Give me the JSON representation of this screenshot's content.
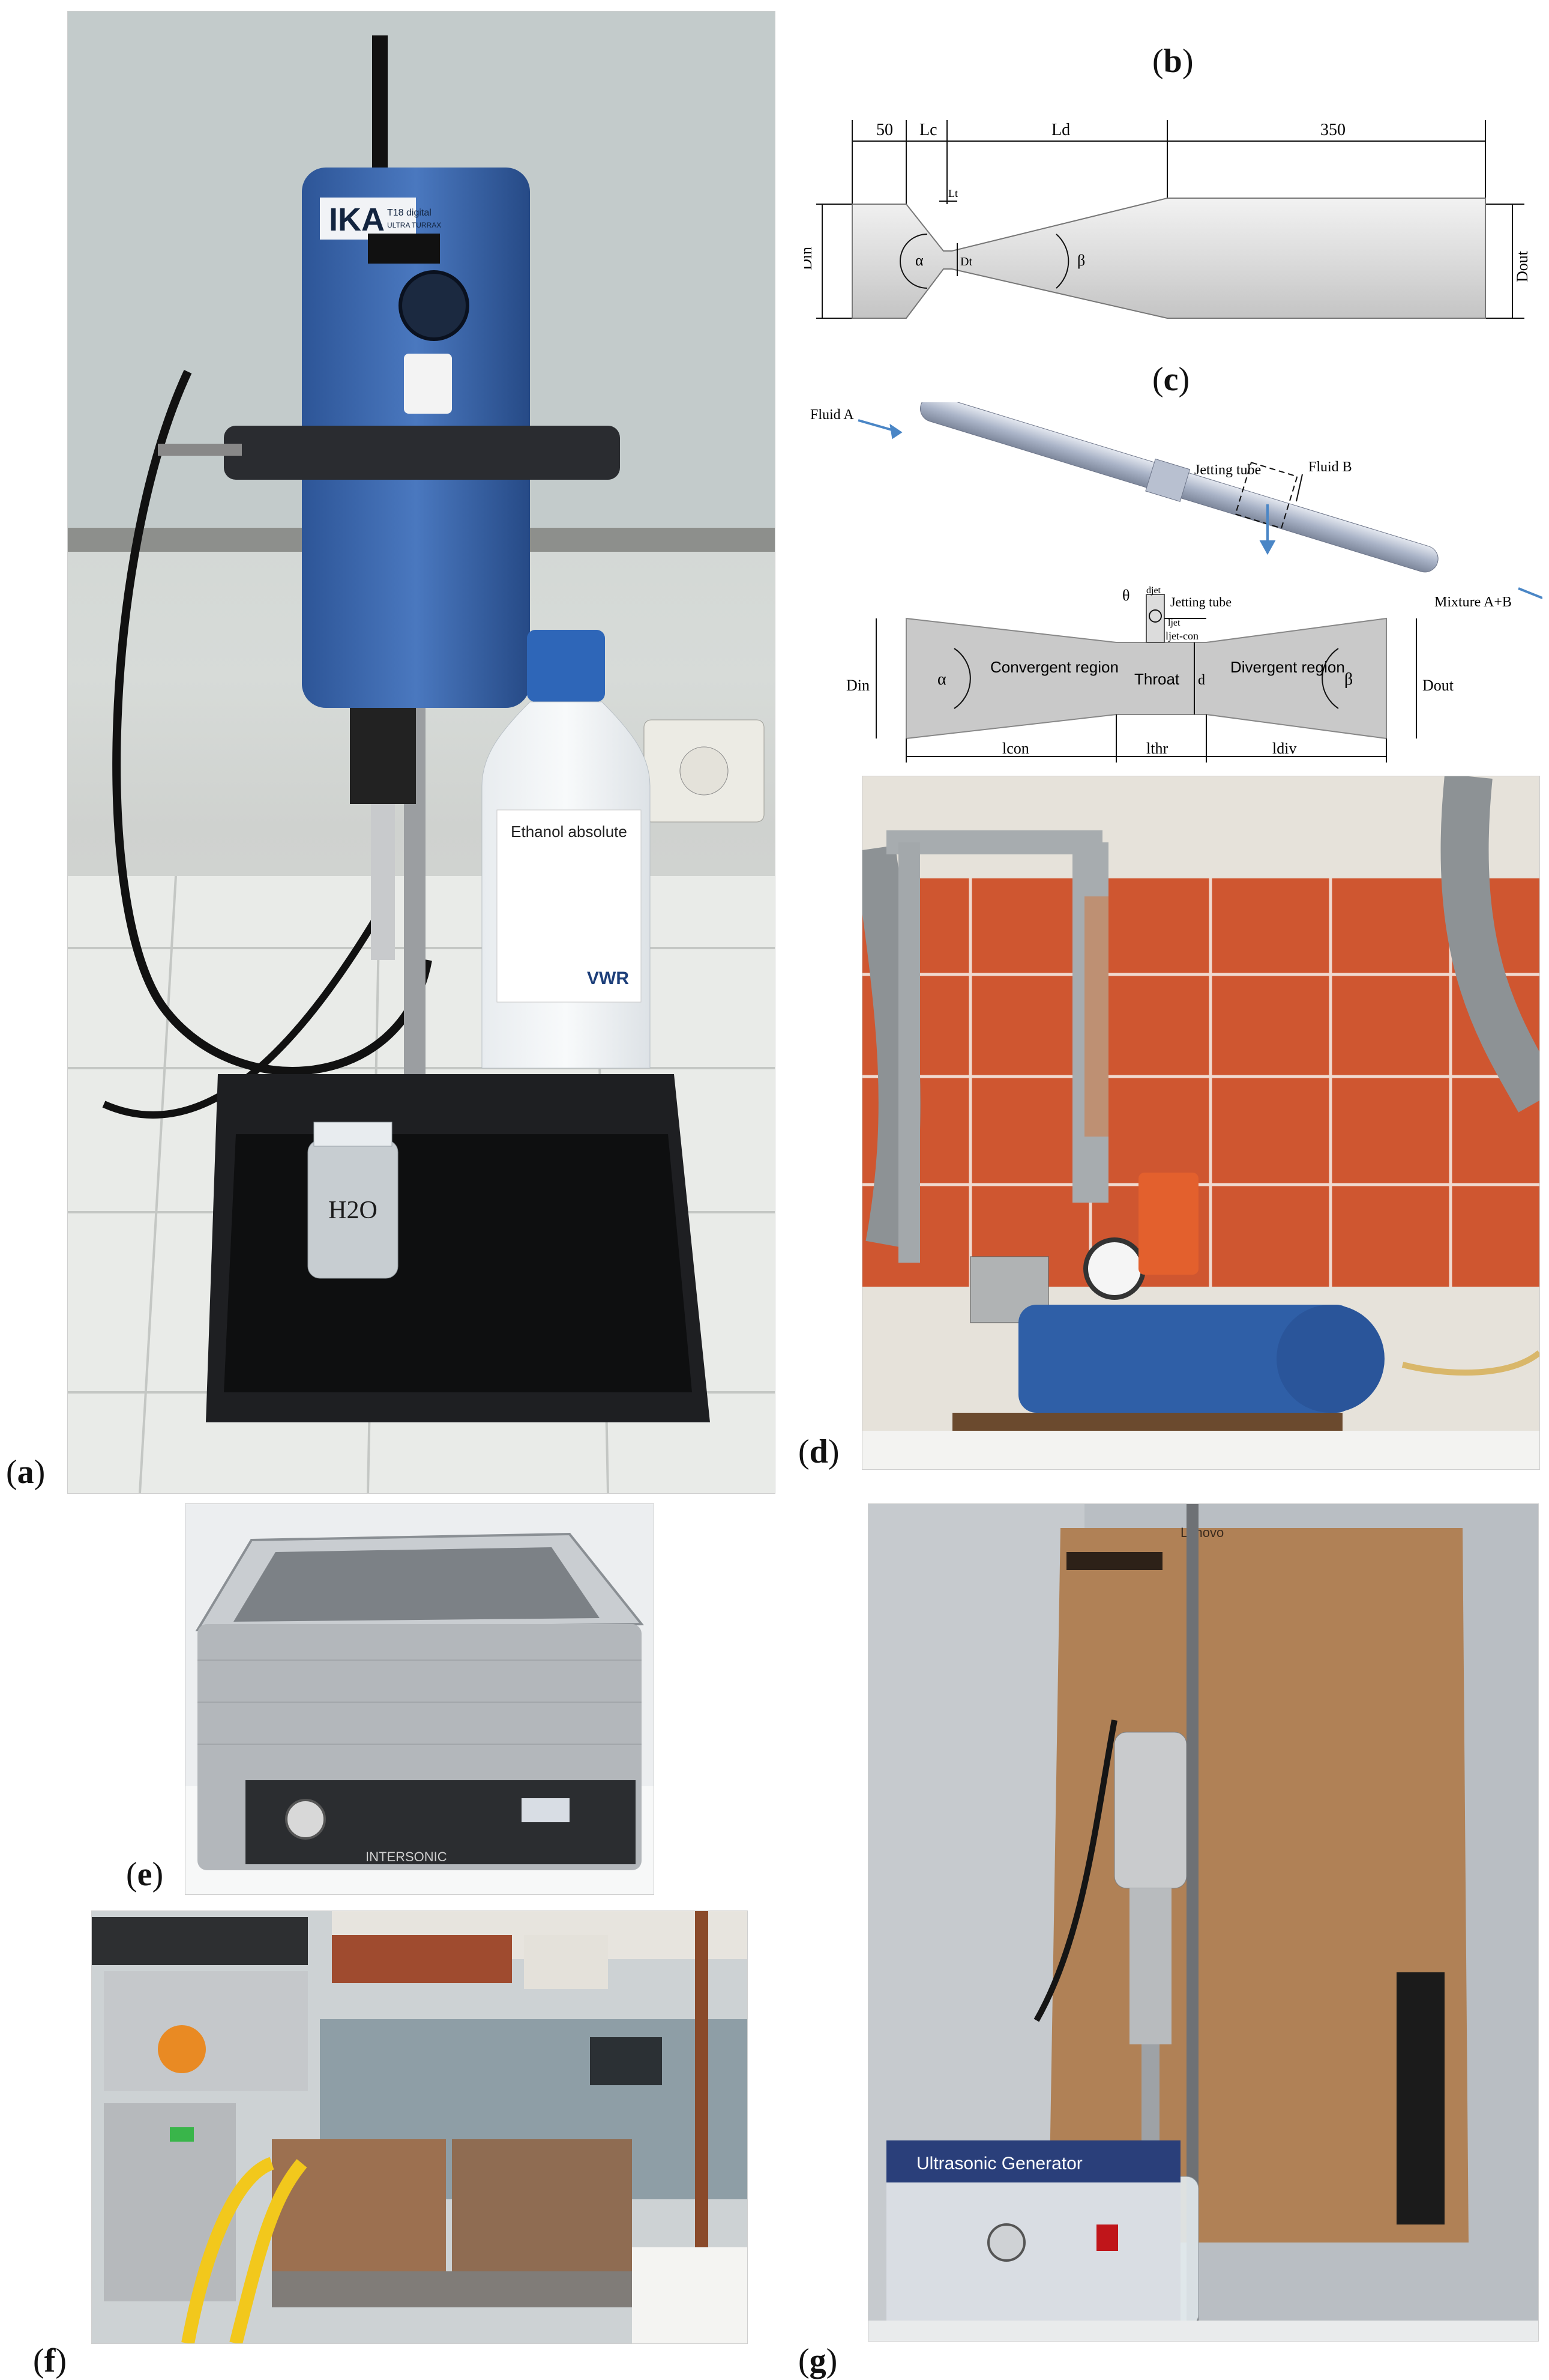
{
  "panels": {
    "a": {
      "label": "(a)",
      "letter": "a"
    },
    "b": {
      "label": "(b)",
      "letter": "b"
    },
    "c": {
      "label": "(c)",
      "letter": "c"
    },
    "d": {
      "label": "(d)",
      "letter": "d"
    },
    "e": {
      "label": "(e)",
      "letter": "e"
    },
    "f": {
      "label": "(f)",
      "letter": "f"
    },
    "g": {
      "label": "(g)",
      "letter": "g"
    }
  },
  "diagram_b": {
    "dim_50": "50",
    "dim_lc": "Lc",
    "dim_ld": "Ld",
    "dim_350": "350",
    "dim_lt": "Lt",
    "label_din": "Din",
    "label_dout": "Dout",
    "label_dt": "Dt",
    "label_alpha": "α",
    "label_beta": "β"
  },
  "diagram_c": {
    "fluid_a": "Fluid A",
    "fluid_b": "Fluid B",
    "jetting_tube_top": "Jetting tube",
    "mixture": "Mixture A+B",
    "jetting_tube": "Jetting tube",
    "convergent": "Convergent region",
    "throat": "Throat",
    "divergent": "Divergent region",
    "din": "Din",
    "dout": "Dout",
    "alpha": "α",
    "beta": "β",
    "theta": "θ",
    "d": "d",
    "djet": "djet",
    "ljet": "ljet",
    "ljet_con": "ljet-con",
    "lcon": "lcon",
    "lthr": "lthr",
    "ldiv": "ldiv"
  },
  "photo_a": {
    "brand": "IKA",
    "model": "T18 digital",
    "sub": "ULTRA TURRAX",
    "bottle_label": "Ethanol absolute",
    "bottle_brand": "VWR",
    "beaker_label": "H2O"
  },
  "photo_e": {
    "brand": "INTERSONIC"
  },
  "photo_g": {
    "device": "Ultrasonic Generator",
    "box_label": "Lenovo"
  },
  "colors": {
    "ika_blue": "#3a64a8",
    "pump_blue": "#2f5fa7",
    "tile_orange": "#d2562f",
    "cardboard": "#b08156",
    "steel": "#b9bcbf",
    "yellow_hose": "#f2c81c"
  }
}
